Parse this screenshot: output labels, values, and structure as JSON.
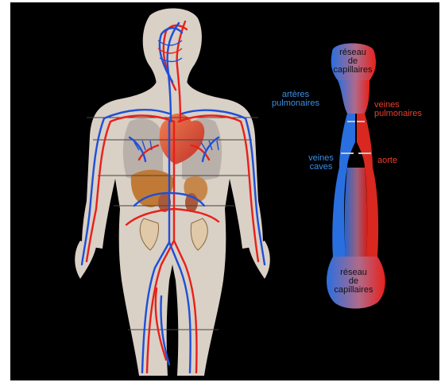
{
  "labels": {
    "capillaries_top": "réseau\nde\ncapillaires",
    "pulmonary_arteries": "artères\npulmonaires",
    "pulmonary_veins": "veines\npulmonaires",
    "venae_cavae": "veines\ncaves",
    "aorta": "aorte",
    "capillaries_bottom": "réseau\nde\ncapillaires"
  },
  "colors": {
    "background": "#000000",
    "artery": "#e8201a",
    "vein": "#1e4fd8",
    "body": "#d9d0c6",
    "label_blue": "#3a8fe6",
    "label_red": "#e8402a"
  }
}
